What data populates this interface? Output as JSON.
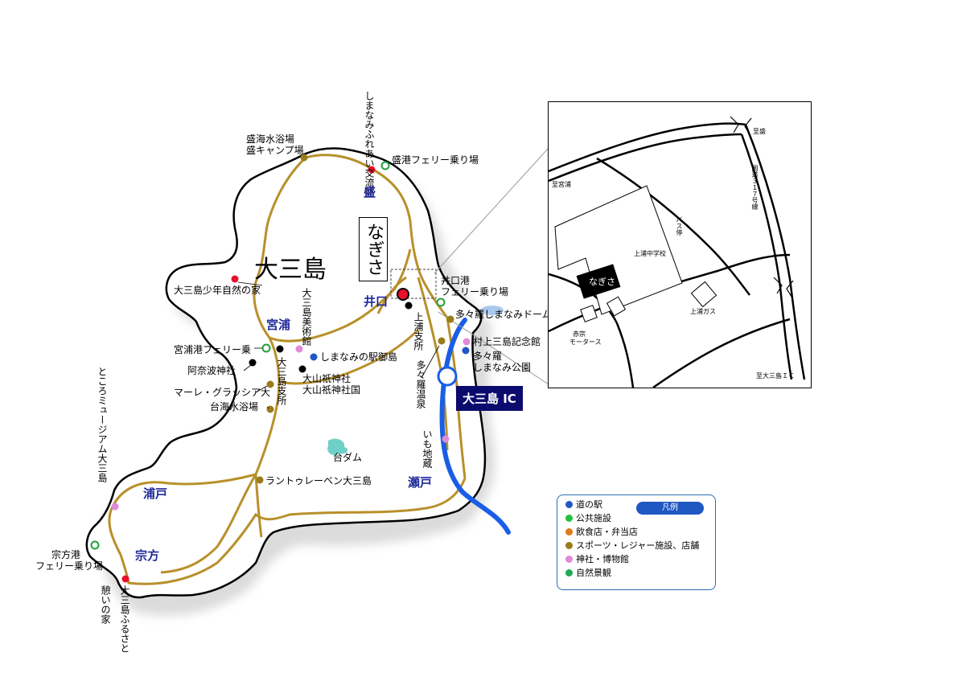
{
  "island_name": "大三島",
  "shop_name": "なぎさ",
  "ic_name": "大三島 IC",
  "districts": {
    "sakari": "盛",
    "iguchi": "井口",
    "miyaura": "宮浦",
    "urado": "浦戸",
    "seto": "瀬戸",
    "munakata": "宗方"
  },
  "places": {
    "fureai_koryukan": "しまなみふれあい交流館",
    "sakari_beach": "盛海水浴場",
    "sakari_camp": "盛キャンプ場",
    "sakari_ferry": "盛港フェリー乗り場",
    "shonen_shizen": "大三島少年自然の家",
    "bijutsukan": "大三島美術館",
    "iguchi_ferry_1": "井口港",
    "iguchi_ferry_2": "フェリー乗り場",
    "tatara_dome": "多々羅しまなみドーム",
    "murakami": "村上三島記念館",
    "tatara_park_1": "多々羅",
    "tatara_park_2": "しまなみ公園",
    "kamiura_shisho": "上浦支所",
    "tatara_onsen": "多々羅温泉",
    "imojizo": "いも地蔵",
    "michinoeki": "しまなみの駅御島",
    "oyamazumi_1": "大山祇神社",
    "oyamazumi_2": "大山祇神社国",
    "miyaura_ferry": "宮浦港フェリー乗",
    "anami": "阿奈波神社",
    "oomishima_shisho": "大三島支所",
    "marre": "マーレ・グラッシア大",
    "daikai_beach": "台海水浴場",
    "dai_dam": "台ダム",
    "lantoulebe": "ラントゥレーベン大三島",
    "tokoro_museum": "ところミュージアム大三島",
    "munakata_ferry_1": "宗方港",
    "munakata_ferry_2": "フェリー乗り場",
    "furusato_1": "大三島ふるさと",
    "furusato_2": "憩いの家"
  },
  "inset": {
    "shiba": "至盛",
    "miyaura": "至宮浦",
    "route": "国道３１７号線",
    "bus": "バス停",
    "school": "上浦中学校",
    "nagisa": "なぎさ",
    "gas": "上浦ガス",
    "akamune_1": "赤宗",
    "akamune_2": "モータース",
    "to_ic": "至大三島ＩＣ"
  },
  "legend": {
    "title": "凡例",
    "items": [
      {
        "label": "道の駅",
        "color": "#1f57c3"
      },
      {
        "label": "公共施設",
        "color": "#22c03a"
      },
      {
        "label": "飲食店・弁当店",
        "color": "#e07a1a"
      },
      {
        "label": "スポーツ・レジャー施設、店舗",
        "color": "#9a7b1c"
      },
      {
        "label": "神社・博物館",
        "color": "#e08ad8"
      },
      {
        "label": "自然景観",
        "color": "#1faa55"
      }
    ]
  },
  "colors": {
    "road": "#b8902a",
    "expressway": "#1a5ee6",
    "district_label": "#1f2a9a",
    "ic_box": "#0b0b6e",
    "red_point": "#e8102a",
    "black_point": "#000000",
    "pink_point": "#e08ad8",
    "olive_point": "#9a7b1c"
  },
  "icons": [
    "legend-dot-icon",
    "map-point-icon"
  ]
}
